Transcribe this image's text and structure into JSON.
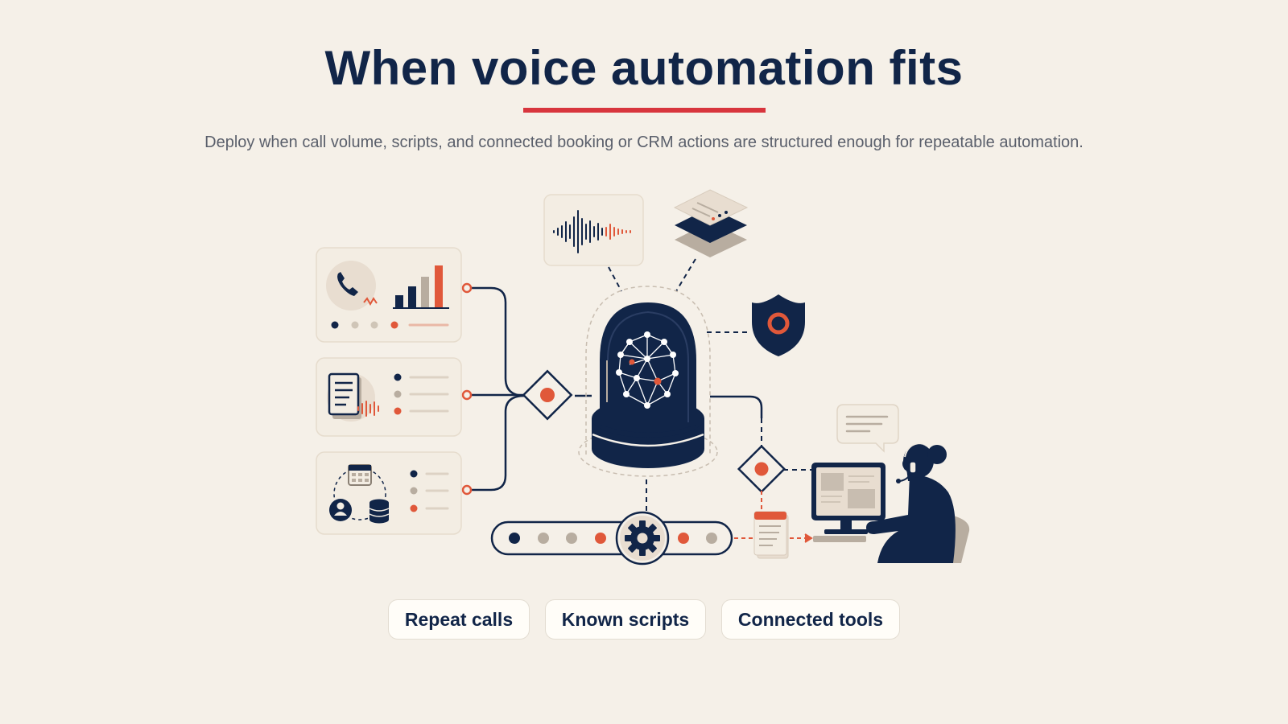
{
  "header": {
    "title": "When voice automation fits",
    "subtitle": "Deploy when call volume, scripts, and connected booking or CRM actions are structured enough for repeatable automation."
  },
  "colors": {
    "navy": "#112548",
    "accent_red": "#d8353d",
    "orange": "#e0583a",
    "taupe": "#b8ada0",
    "background": "#f5f0e8"
  },
  "illustration": {
    "icons": [
      "phone-icon",
      "bar-chart-icon",
      "document-icon",
      "soundwave-icon",
      "calendar-icon",
      "user-icon",
      "database-icon",
      "ai-brain-dome-icon",
      "stacked-layers-icon",
      "shield-icon",
      "gear-icon",
      "ticket-icon",
      "chat-bubble-icon",
      "agent-at-computer-icon"
    ]
  },
  "pills": [
    {
      "label": "Repeat calls"
    },
    {
      "label": "Known scripts"
    },
    {
      "label": "Connected tools"
    }
  ]
}
